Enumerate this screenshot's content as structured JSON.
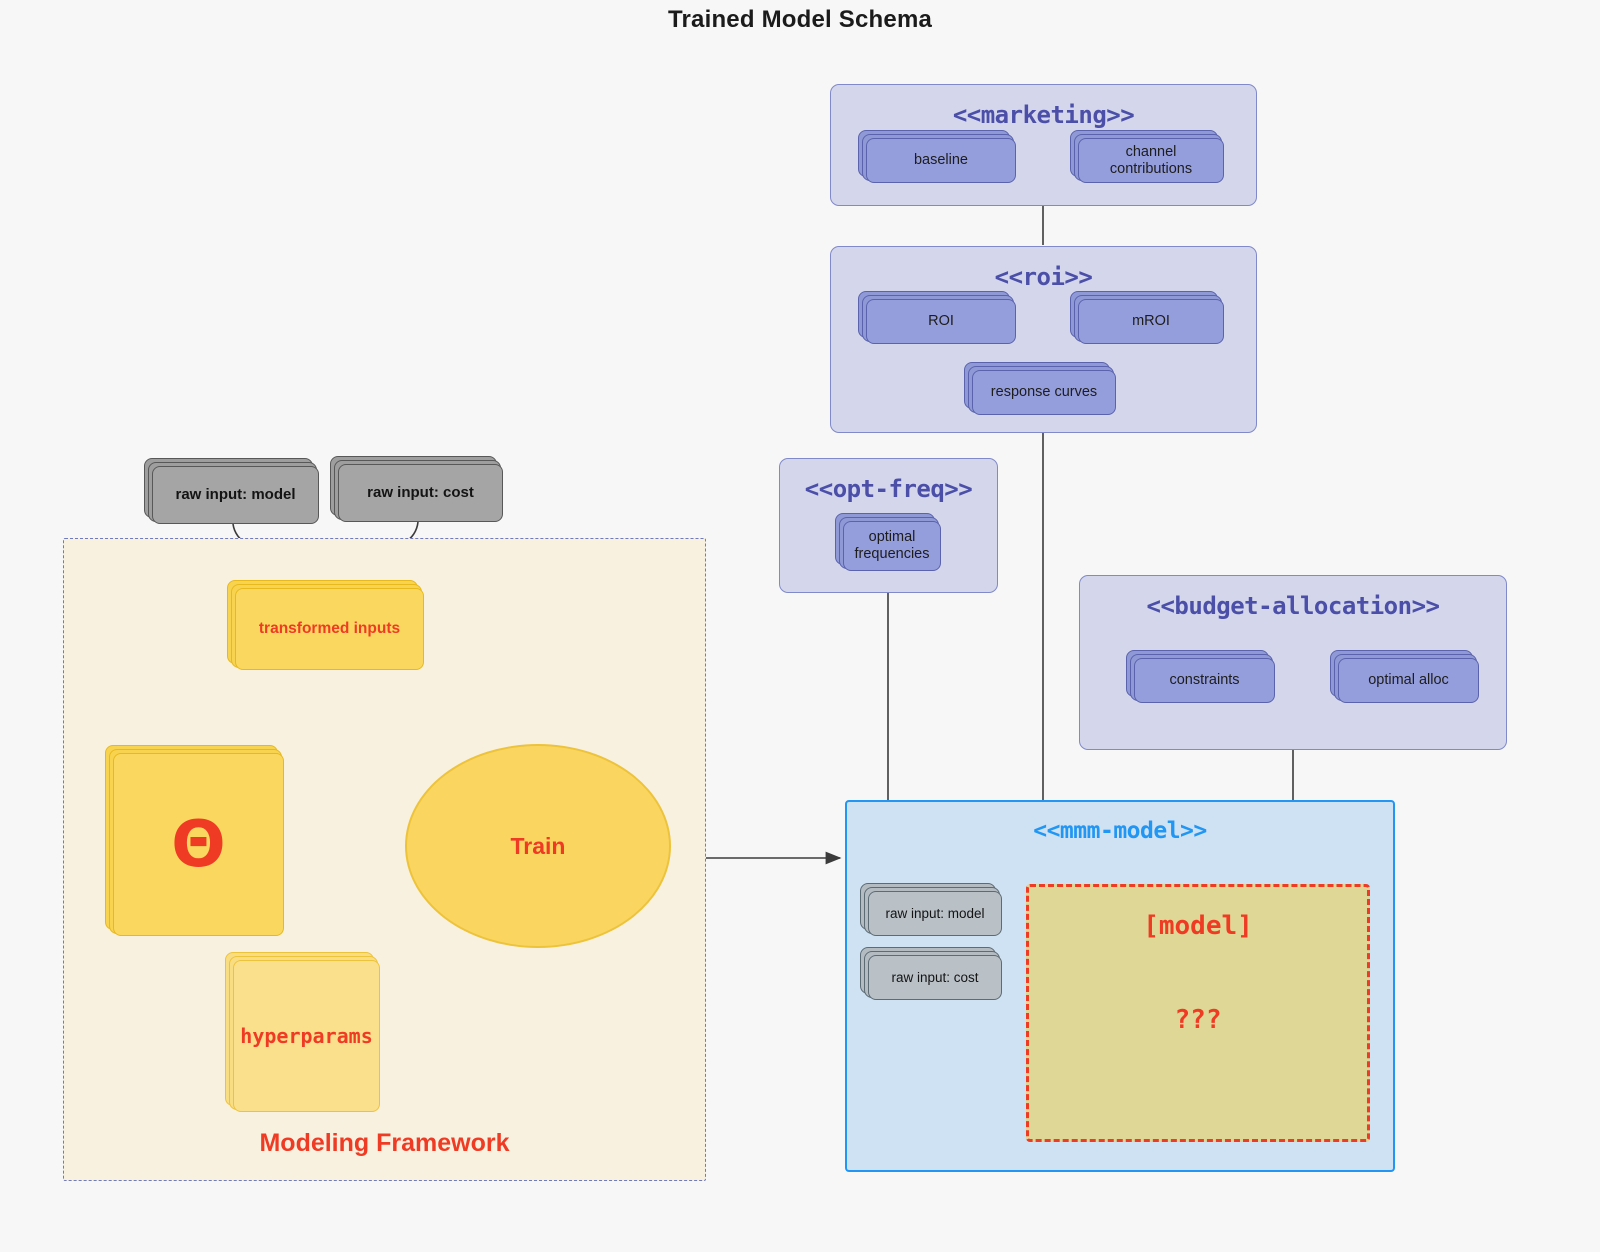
{
  "title": "Trained Model Schema",
  "colors": {
    "canvas_bg": "#f7f7f7",
    "package_fill": "#d4d7ec",
    "package_border": "#8089c9",
    "package_title": "#4b4fa8",
    "node_purple_fill": "#959edc",
    "node_purple_border": "#5b63ad",
    "node_grey_fill": "#a5a5a5",
    "node_grey_border": "#585858",
    "mmm_fill": "#cfe2f3",
    "mmm_border": "#2196f3",
    "model_fill": "#dfd795",
    "model_border": "#ef3b24",
    "framework_fill": "#f8f1e0",
    "framework_border": "#6f7bbf",
    "yellow_fill": "#fad85f",
    "yellow_light_fill": "#fae08c",
    "yellow_border": "#e8b91c",
    "accent_red": "#ef3b24"
  },
  "packages": {
    "marketing": {
      "title": "<<marketing>>",
      "nodes": [
        {
          "label": "baseline"
        },
        {
          "label": "channel contributions"
        }
      ]
    },
    "roi": {
      "title": "<<roi>>",
      "nodes": [
        {
          "label": "ROI"
        },
        {
          "label": "mROI"
        },
        {
          "label": "response curves"
        }
      ]
    },
    "opt_freq": {
      "title": "<<opt-freq>>",
      "nodes": [
        {
          "label": "optimal frequencies"
        }
      ]
    },
    "budget_allocation": {
      "title": "<<budget-allocation>>",
      "nodes": [
        {
          "label": "constraints"
        },
        {
          "label": "optimal alloc"
        }
      ]
    },
    "mmm_model": {
      "title": "<<mmm-model>>",
      "inputs": [
        {
          "label": "raw input: model"
        },
        {
          "label": "raw input: cost"
        }
      ],
      "model_box": {
        "primary": "[model]",
        "secondary": "???"
      }
    }
  },
  "framework": {
    "title": "Modeling Framework",
    "raw_inputs": [
      {
        "label": "raw input: model"
      },
      {
        "label": "raw input: cost"
      }
    ],
    "transformed": {
      "label": "transformed inputs"
    },
    "theta": {
      "label": "Θ"
    },
    "hyperparams": {
      "label": "hyperparams"
    },
    "process": {
      "label": "Train"
    }
  }
}
